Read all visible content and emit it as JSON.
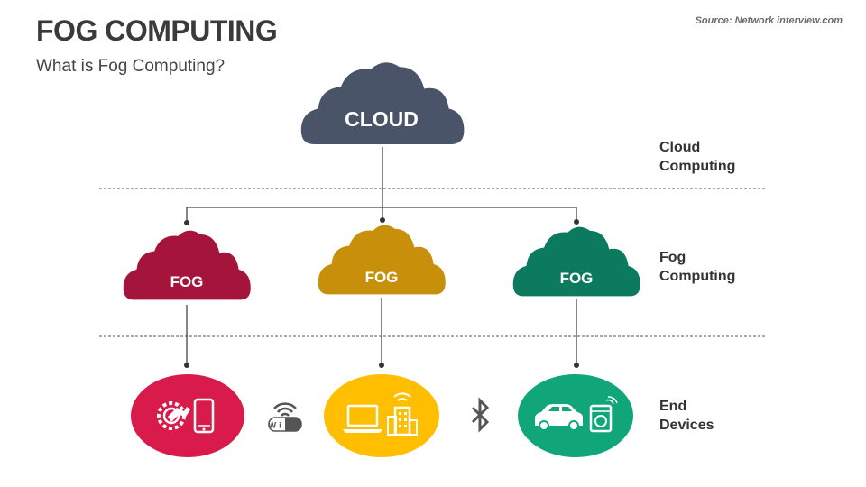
{
  "header": {
    "title": "FOG COMPUTING",
    "subtitle": "What is Fog Computing?",
    "source": "Source: Network interview.com"
  },
  "cloud": {
    "label": "CLOUD",
    "color": "#4a5468"
  },
  "fogs": [
    {
      "label": "FOG",
      "color": "#a5143a"
    },
    {
      "label": "FOG",
      "color": "#c8900a"
    },
    {
      "label": "FOG",
      "color": "#0c7a5e"
    }
  ],
  "devices": [
    {
      "color": "#d81b4a",
      "icons": [
        "gear-arm-icon",
        "smartphone-icon"
      ]
    },
    {
      "color": "#ffbf00",
      "icons": [
        "laptop-icon",
        "building-signal-icon"
      ]
    },
    {
      "color": "#10a679",
      "icons": [
        "car-icon",
        "washing-machine-icon"
      ]
    }
  ],
  "connectors": [
    {
      "icon": "wifi-icon",
      "text": "Wi Fi"
    },
    {
      "icon": "bluetooth-icon"
    }
  ],
  "layers": {
    "cloud": [
      "Cloud",
      "Computing"
    ],
    "fog": [
      "Fog",
      "Computing"
    ],
    "end": [
      "End",
      "Devices"
    ]
  }
}
